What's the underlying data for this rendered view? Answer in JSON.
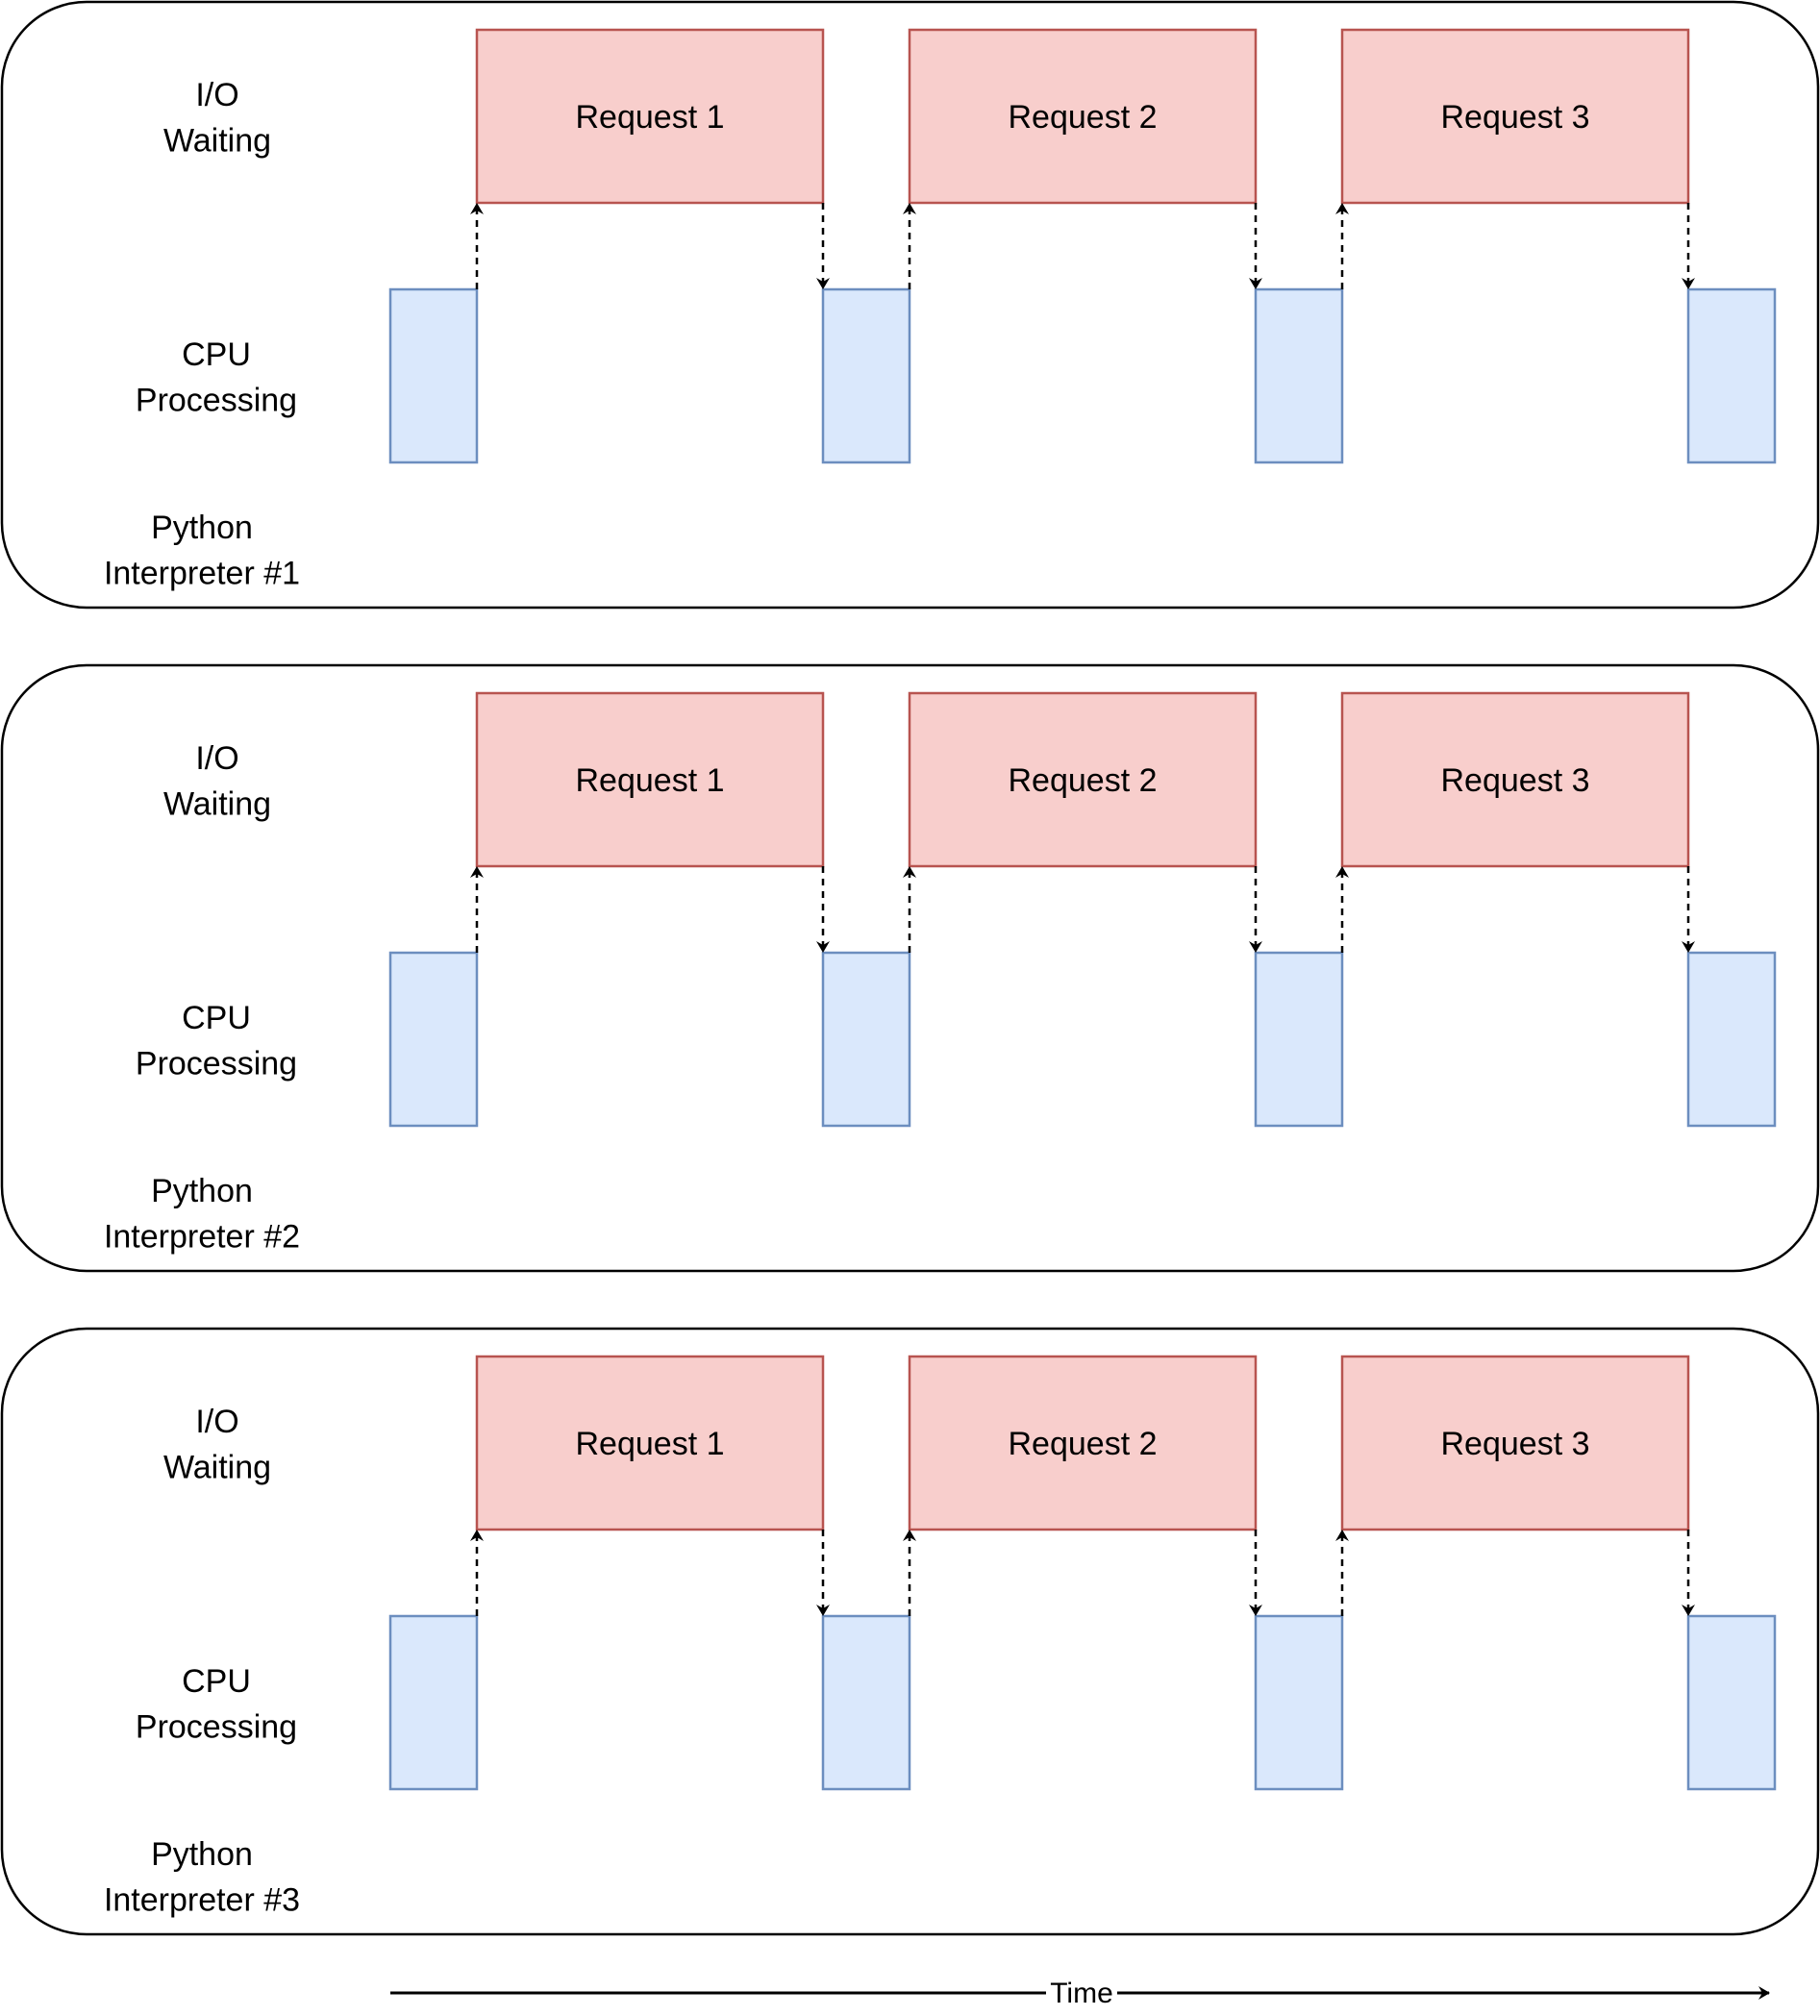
{
  "colors": {
    "io_fill": "#f8cecc",
    "io_stroke": "#b85450",
    "cpu_fill": "#dae8fc",
    "cpu_stroke": "#6c8ebf",
    "frame_stroke": "#000000"
  },
  "panels": [
    {
      "io_label": [
        "I/O",
        "Waiting"
      ],
      "cpu_label": [
        "CPU",
        "Processing"
      ],
      "interpreter_label": [
        "Python",
        "Interpreter #1"
      ],
      "requests": [
        "Request 1",
        "Request 2",
        "Request 3"
      ]
    },
    {
      "io_label": [
        "I/O",
        "Waiting"
      ],
      "cpu_label": [
        "CPU",
        "Processing"
      ],
      "interpreter_label": [
        "Python",
        "Interpreter #2"
      ],
      "requests": [
        "Request 1",
        "Request 2",
        "Request 3"
      ]
    },
    {
      "io_label": [
        "I/O",
        "Waiting"
      ],
      "cpu_label": [
        "CPU",
        "Processing"
      ],
      "interpreter_label": [
        "Python",
        "Interpreter #3"
      ],
      "requests": [
        "Request 1",
        "Request 2",
        "Request 3"
      ]
    }
  ],
  "time_axis": {
    "label": "Time"
  }
}
